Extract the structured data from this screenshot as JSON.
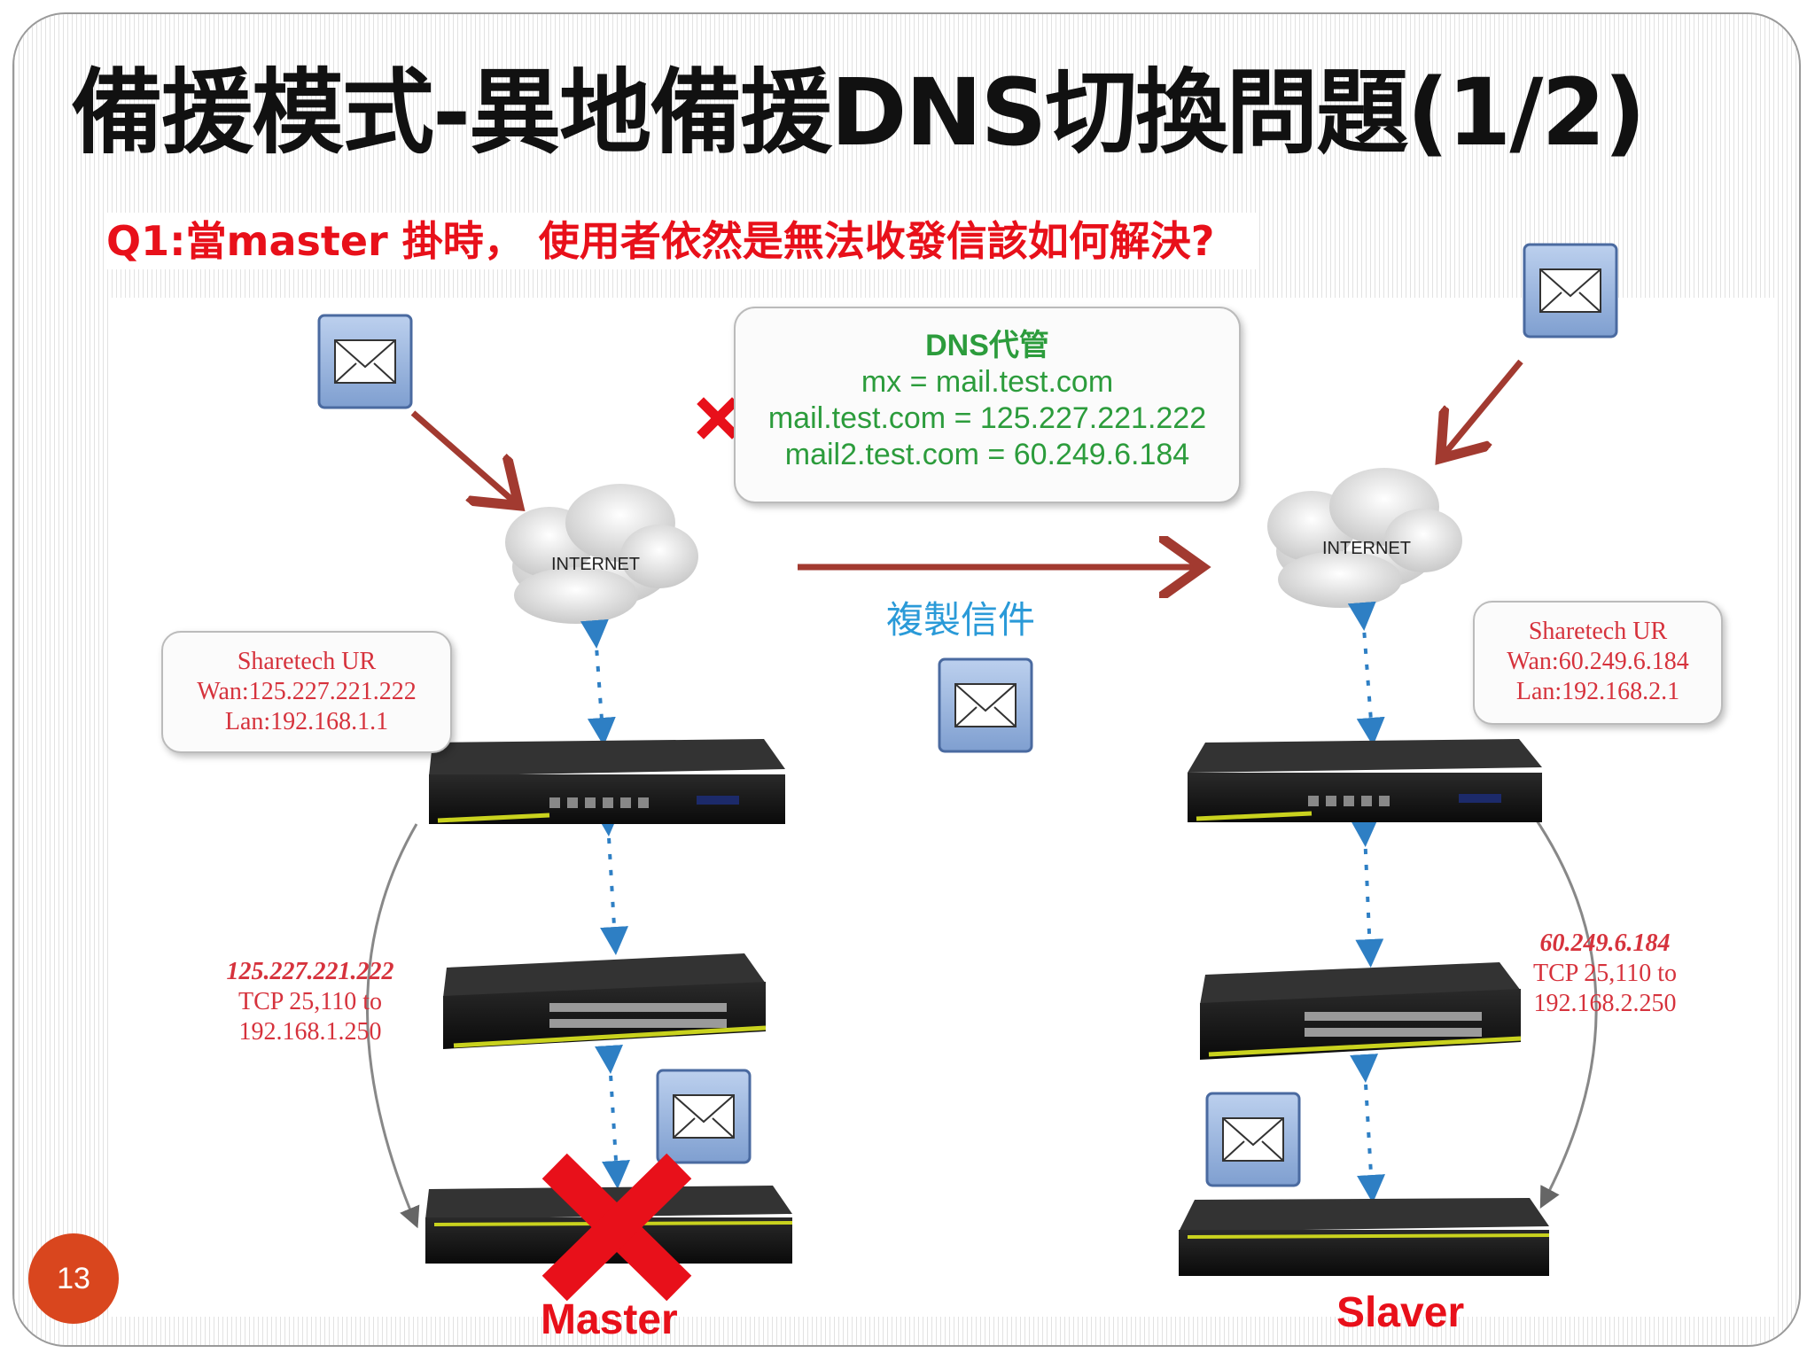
{
  "title": "備援模式-異地備援DNS切換問題(1/2)",
  "question": "Q1:當master 掛時， 使用者依然是無法收發信該如何解決?",
  "dns_box": {
    "title": "DNS代管",
    "line1": "mx = mail.test.com",
    "line2": "mail.test.com = 125.227.221.222",
    "line3": "mail2.test.com  =  60.249.6.184"
  },
  "left_site": {
    "internet_label": "INTERNET",
    "info_title": "Sharetech UR",
    "info_wan": "Wan:125.227.221.222",
    "info_lan": "Lan:192.168.1.1",
    "nat_ip": "125.227.221.222",
    "nat_rule": "TCP 25,110 to",
    "nat_target": "192.168.1.250",
    "server_label": "Master"
  },
  "right_site": {
    "internet_label": "INTERNET",
    "info_title": "Sharetech UR",
    "info_wan": "Wan:60.249.6.184",
    "info_lan": "Lan:192.168.2.1",
    "nat_ip": "60.249.6.184",
    "nat_rule": "TCP 25,110 to",
    "nat_target": "192.168.2.250",
    "server_label": "Slaver"
  },
  "copy_label": "複製信件",
  "page_number": "13",
  "colors": {
    "title": "#111111",
    "question": "#e8101a",
    "dns_text": "#2c9c3c",
    "info_text": "#d6323c",
    "copy_text": "#2a9ad8",
    "arrow": "#a23a30",
    "dotted_link": "#2e7fc4",
    "fail_mark": "#e8101a",
    "badge": "#d9461e"
  },
  "icons": [
    "mail-icon",
    "cloud-icon",
    "router-icon",
    "switch-icon",
    "server-icon",
    "fail-x-icon"
  ]
}
